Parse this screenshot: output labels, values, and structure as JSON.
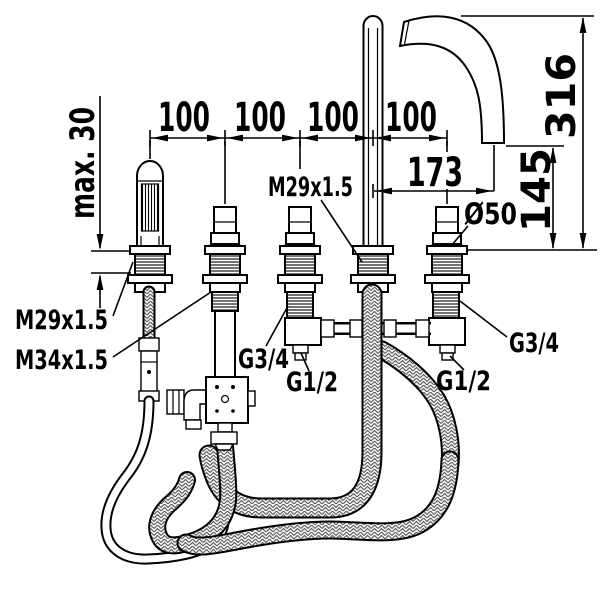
{
  "diagram": {
    "kind": "faucet installation dimensional drawing",
    "colors": {
      "line": "#000000",
      "background": "#ffffff"
    }
  },
  "labels": {
    "max_deck": "max. 30",
    "spacing": [
      "100",
      "100",
      "100",
      "100"
    ],
    "projection": "173",
    "outlet_height": "145",
    "total_height": "316",
    "escutcheon_dia": "Ø50",
    "thread_spout_shank": "M29x1.5",
    "thread_hand_shower": "M29x1.5",
    "thread_valve_shank": "M34x1.5",
    "left_supply": "G3/4",
    "left_outlet": "G1/2",
    "right_supply": "G3/4",
    "right_outlet": "G1/2"
  }
}
